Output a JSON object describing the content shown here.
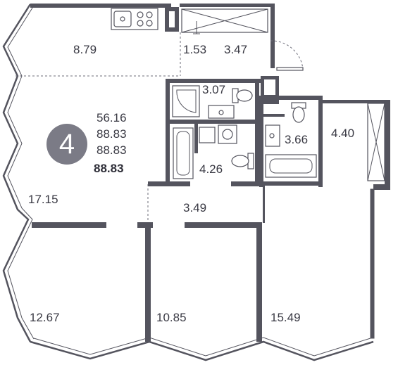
{
  "apartment": {
    "rooms_count": "4",
    "areas": [
      "56.16",
      "88.83",
      "88.83"
    ],
    "total_area": "88.83"
  },
  "rooms": [
    {
      "id": "kitchen",
      "label": "8.79"
    },
    {
      "id": "hall",
      "label": "1.53"
    },
    {
      "id": "loggia-top",
      "label": "3.47"
    },
    {
      "id": "bathroom-upper",
      "label": "3.07"
    },
    {
      "id": "bathroom-right",
      "label": "3.66"
    },
    {
      "id": "wardrobe",
      "label": "4.40"
    },
    {
      "id": "bathroom-main",
      "label": "4.26"
    },
    {
      "id": "living",
      "label": "17.15"
    },
    {
      "id": "corridor",
      "label": "3.49"
    },
    {
      "id": "bedroom-left",
      "label": "12.67"
    },
    {
      "id": "bedroom-middle",
      "label": "10.85"
    },
    {
      "id": "bedroom-right",
      "label": "15.49"
    }
  ],
  "colors": {
    "wall": "#54545e",
    "badge": "#7b7b86"
  }
}
